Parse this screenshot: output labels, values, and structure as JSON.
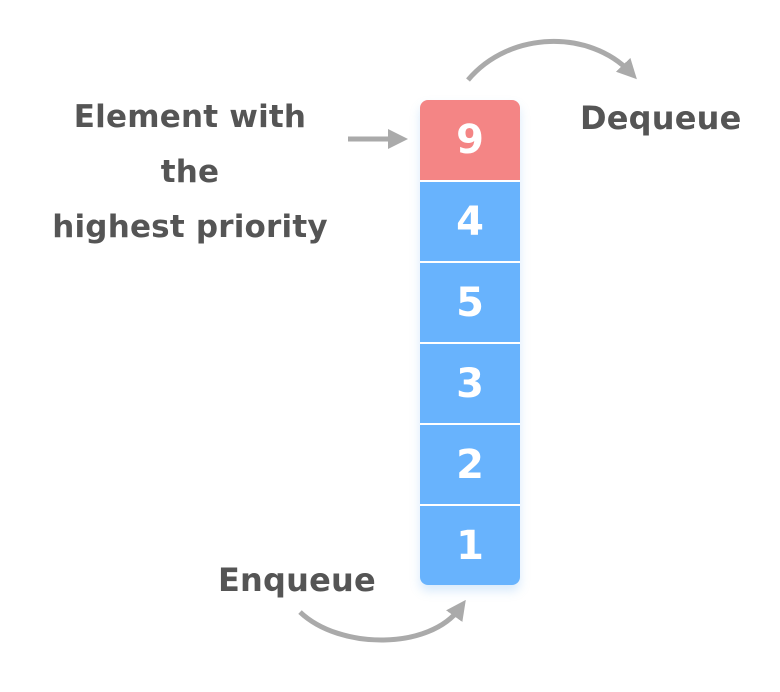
{
  "labels": {
    "highest_line1": "Element with the",
    "highest_line2": "highest priority",
    "dequeue": "Dequeue",
    "enqueue": "Enqueue"
  },
  "queue": {
    "items": [
      "9",
      "4",
      "5",
      "3",
      "2",
      "1"
    ],
    "highlighted_index": 0
  },
  "colors": {
    "cell": "#68b3fd",
    "highlight": "#f48585",
    "arrow": "#aaaaaa",
    "text": "#555555"
  }
}
